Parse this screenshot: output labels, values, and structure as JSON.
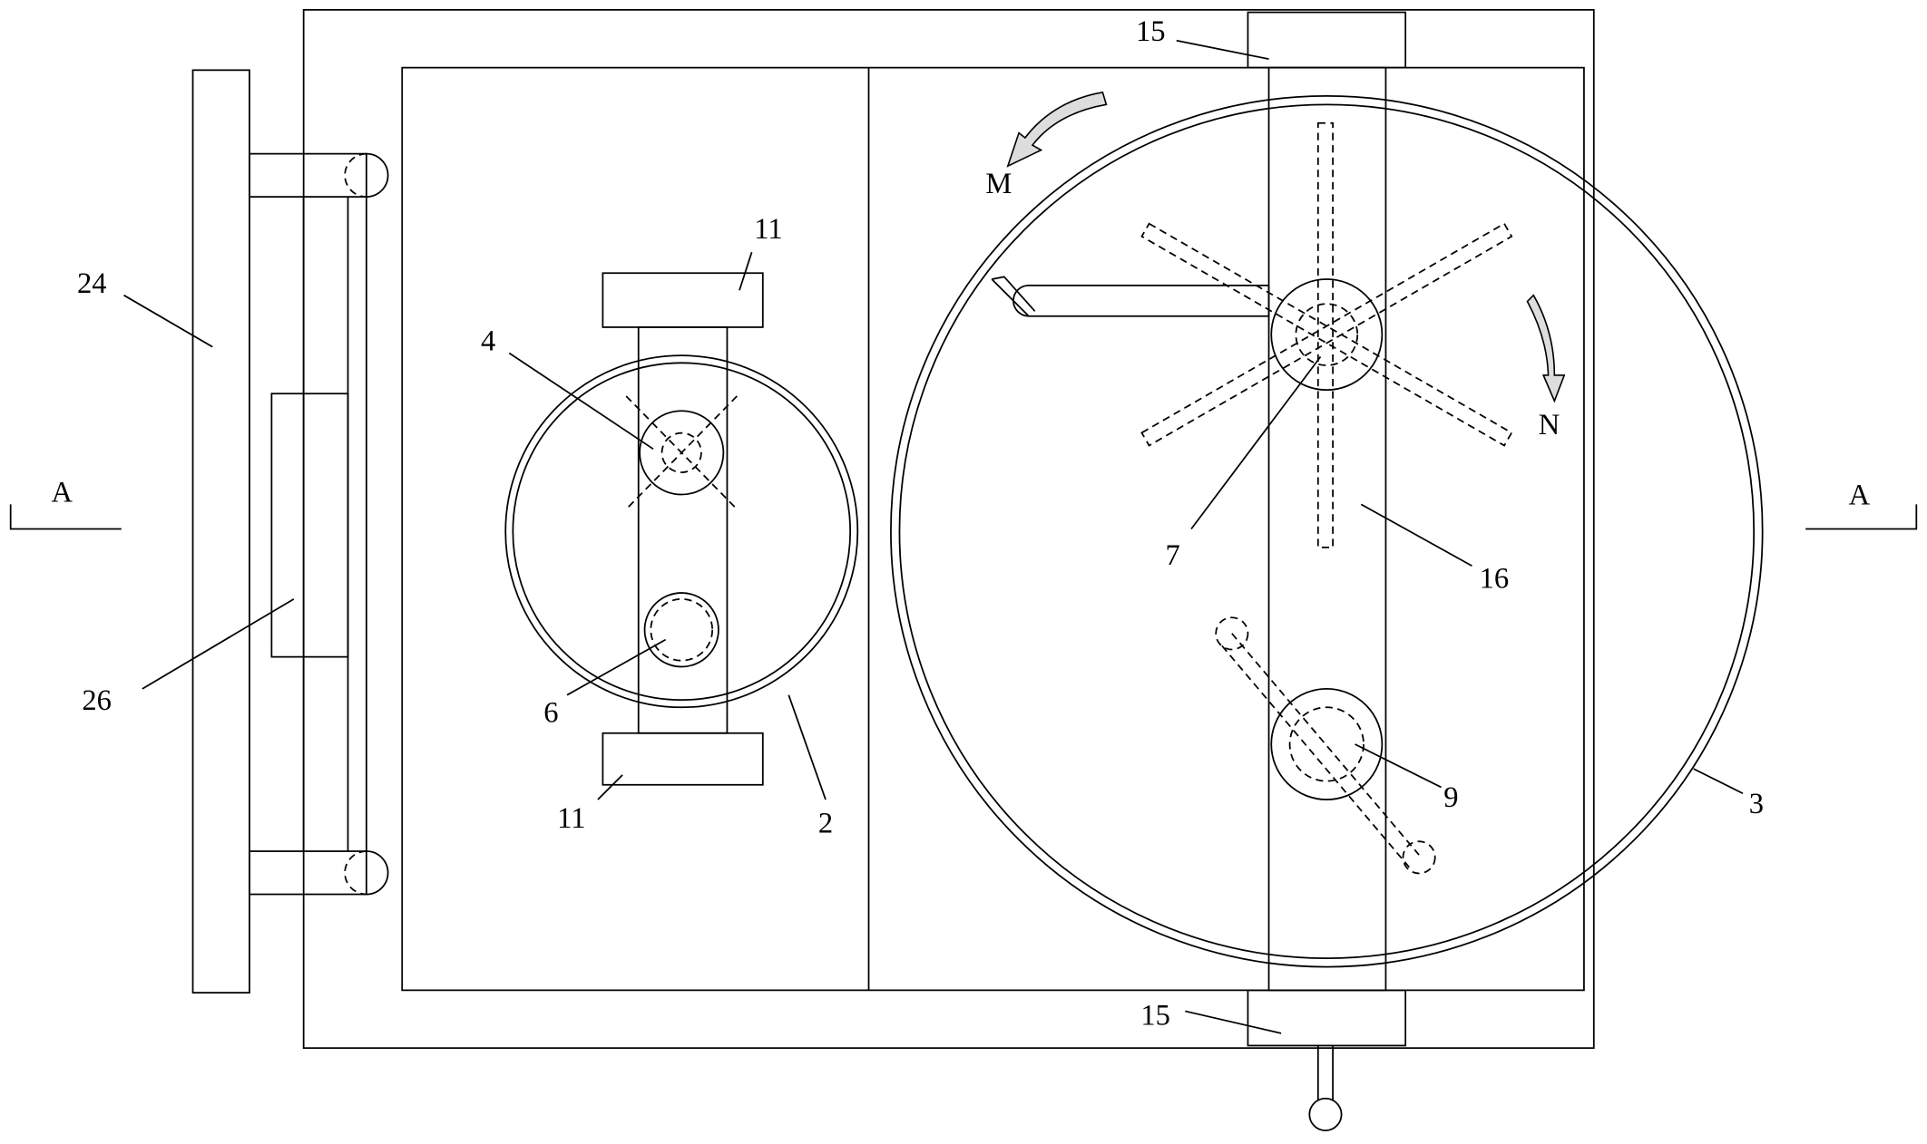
{
  "labels": {
    "l24": "24",
    "l26": "26",
    "l11a": "11",
    "l11b": "11",
    "l4": "4",
    "l6": "6",
    "l2": "2",
    "l15a": "15",
    "l15b": "15",
    "l7": "7",
    "l16": "16",
    "l9": "9",
    "l3": "3",
    "M": "M",
    "N": "N",
    "A_left": "A",
    "A_right": "A"
  }
}
